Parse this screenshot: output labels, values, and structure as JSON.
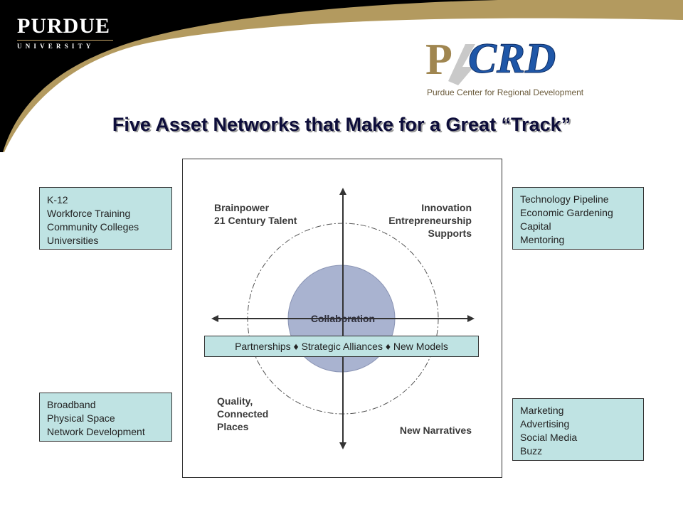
{
  "header": {
    "purdue_logo_name": "PURDUE",
    "purdue_logo_sub": "UNIVERSITY",
    "pcrd_logo_text": "PCRD",
    "pcrd_subtitle": "Purdue Center for Regional Development"
  },
  "slide_title": "Five Asset Networks that Make for a Great “Track”",
  "diagram": {
    "quadrants": {
      "top_left": [
        "Brainpower",
        "21 Century Talent"
      ],
      "top_right": [
        "Innovation",
        "Entrepreneurship",
        "Supports"
      ],
      "bottom_left": [
        "Quality,",
        "Connected",
        "Places"
      ],
      "bottom_right": [
        "New Narratives"
      ]
    },
    "center_label": "Collaboration",
    "partnerships_bar": "Partnerships ♦ Strategic Alliances ♦ New Models"
  },
  "asset_boxes": {
    "top_left": [
      "K-12",
      "Workforce Training",
      "Community Colleges",
      "Universities"
    ],
    "top_right": [
      "Technology Pipeline",
      "Economic Gardening",
      "Capital",
      "Mentoring"
    ],
    "bottom_left": [
      "Broadband",
      "Physical Space",
      "Network Development"
    ],
    "bottom_right": [
      "Marketing",
      "Advertising",
      "Social Media",
      "Buzz"
    ]
  },
  "colors": {
    "header_black": "#000000",
    "header_gold": "#b39a5f",
    "title_navy": "#0d0d3a",
    "box_fill": "#bfe3e3",
    "collab_circle": "#a9b3d0",
    "pcrd_blue": "#1f57a8",
    "pcrd_gold": "#a08650"
  }
}
